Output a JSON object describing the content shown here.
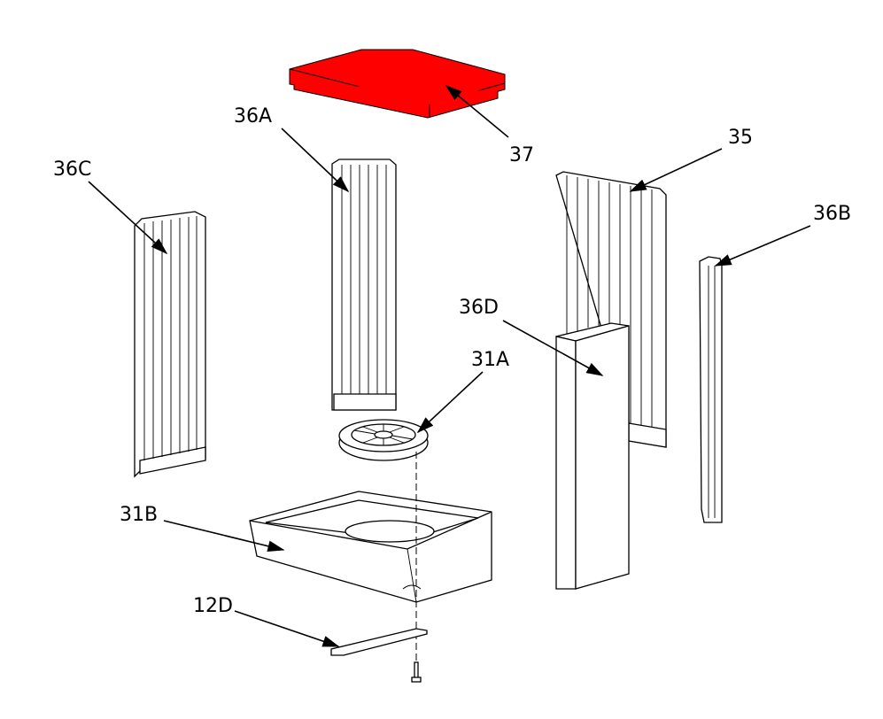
{
  "diagram": {
    "highlight_color": "#ff0000",
    "labels": {
      "p37": "37",
      "p36A": "36A",
      "p36C": "36C",
      "p35": "35",
      "p36B": "36B",
      "p36D": "36D",
      "p31A": "31A",
      "p31B": "31B",
      "p12D": "12D"
    }
  }
}
